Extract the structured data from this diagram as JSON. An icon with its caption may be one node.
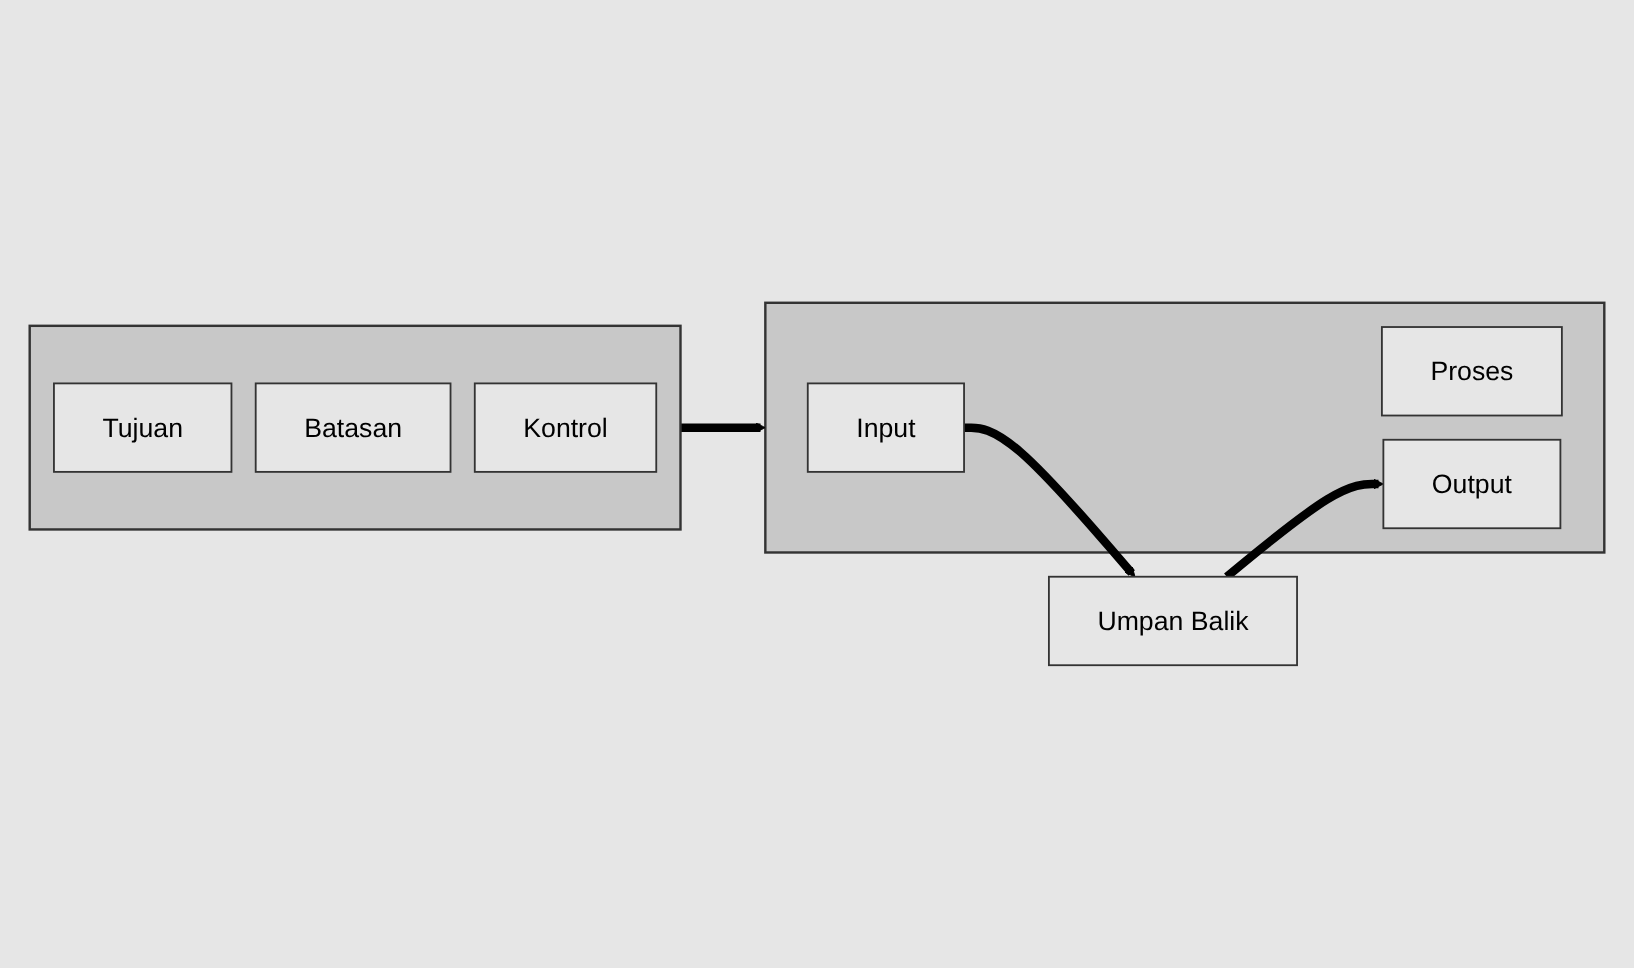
{
  "diagram": {
    "nodes": [
      {
        "text": [],
        "shape": "box"
      },
      {
        "text": [
          "Tujuan"
        ],
        "in": 0
      },
      {
        "text": [
          "Batasan"
        ],
        "in": 0
      },
      {
        "text": [
          "Kontrol"
        ],
        "in": 0
      },
      {
        "text": [],
        "shape": "box"
      },
      {
        "text": [
          "Input"
        ],
        "in": 4
      },
      {
        "text": [
          "Proses"
        ],
        "in": 4
      },
      {
        "text": [
          "Output"
        ],
        "in": 4
      },
      {
        "text": [
          "Umpan Balik"
        ]
      }
    ],
    "edges": [
      {
        "from": 0,
        "to": 4,
        "arrow": "to"
      },
      {
        "from": 5,
        "to": 8,
        "arrow": "to"
      },
      {
        "from": 8,
        "to": 7,
        "arrow": "to"
      }
    ]
  }
}
